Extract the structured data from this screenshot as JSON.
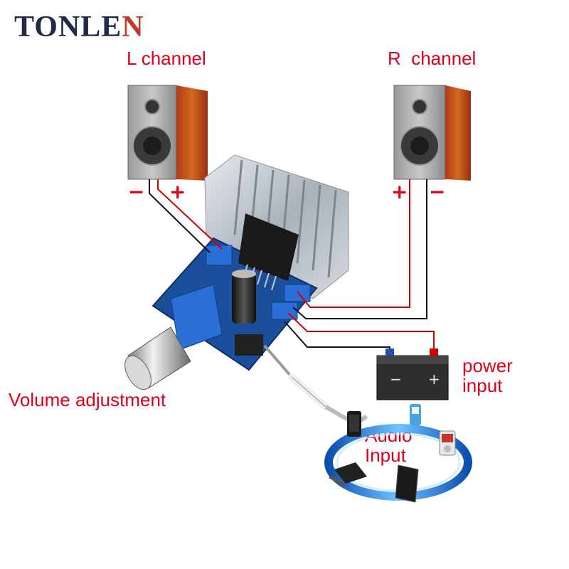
{
  "brand": {
    "name": "TONLEN",
    "name_main": "TONLE",
    "name_last": "N",
    "accent_color": "#c0392b",
    "text_color": "#1f2a44"
  },
  "labels": {
    "left_channel": "L channel",
    "right_channel": "R  channel",
    "power_input_line1": "power",
    "power_input_line2": "input",
    "volume": "Volume adjustment",
    "audio_input_line1": "Audio",
    "audio_input_line2": "Input"
  },
  "terminals": {
    "left_minus": "−",
    "left_plus": "+",
    "right_plus": "+",
    "right_minus": "−",
    "battery_minus": "−",
    "battery_plus": "+"
  },
  "colors": {
    "label": "#e0001b",
    "wire_red": "#d40000",
    "wire_black": "#111111",
    "board": "#1b4f9c",
    "ring": "#1a74d8"
  }
}
